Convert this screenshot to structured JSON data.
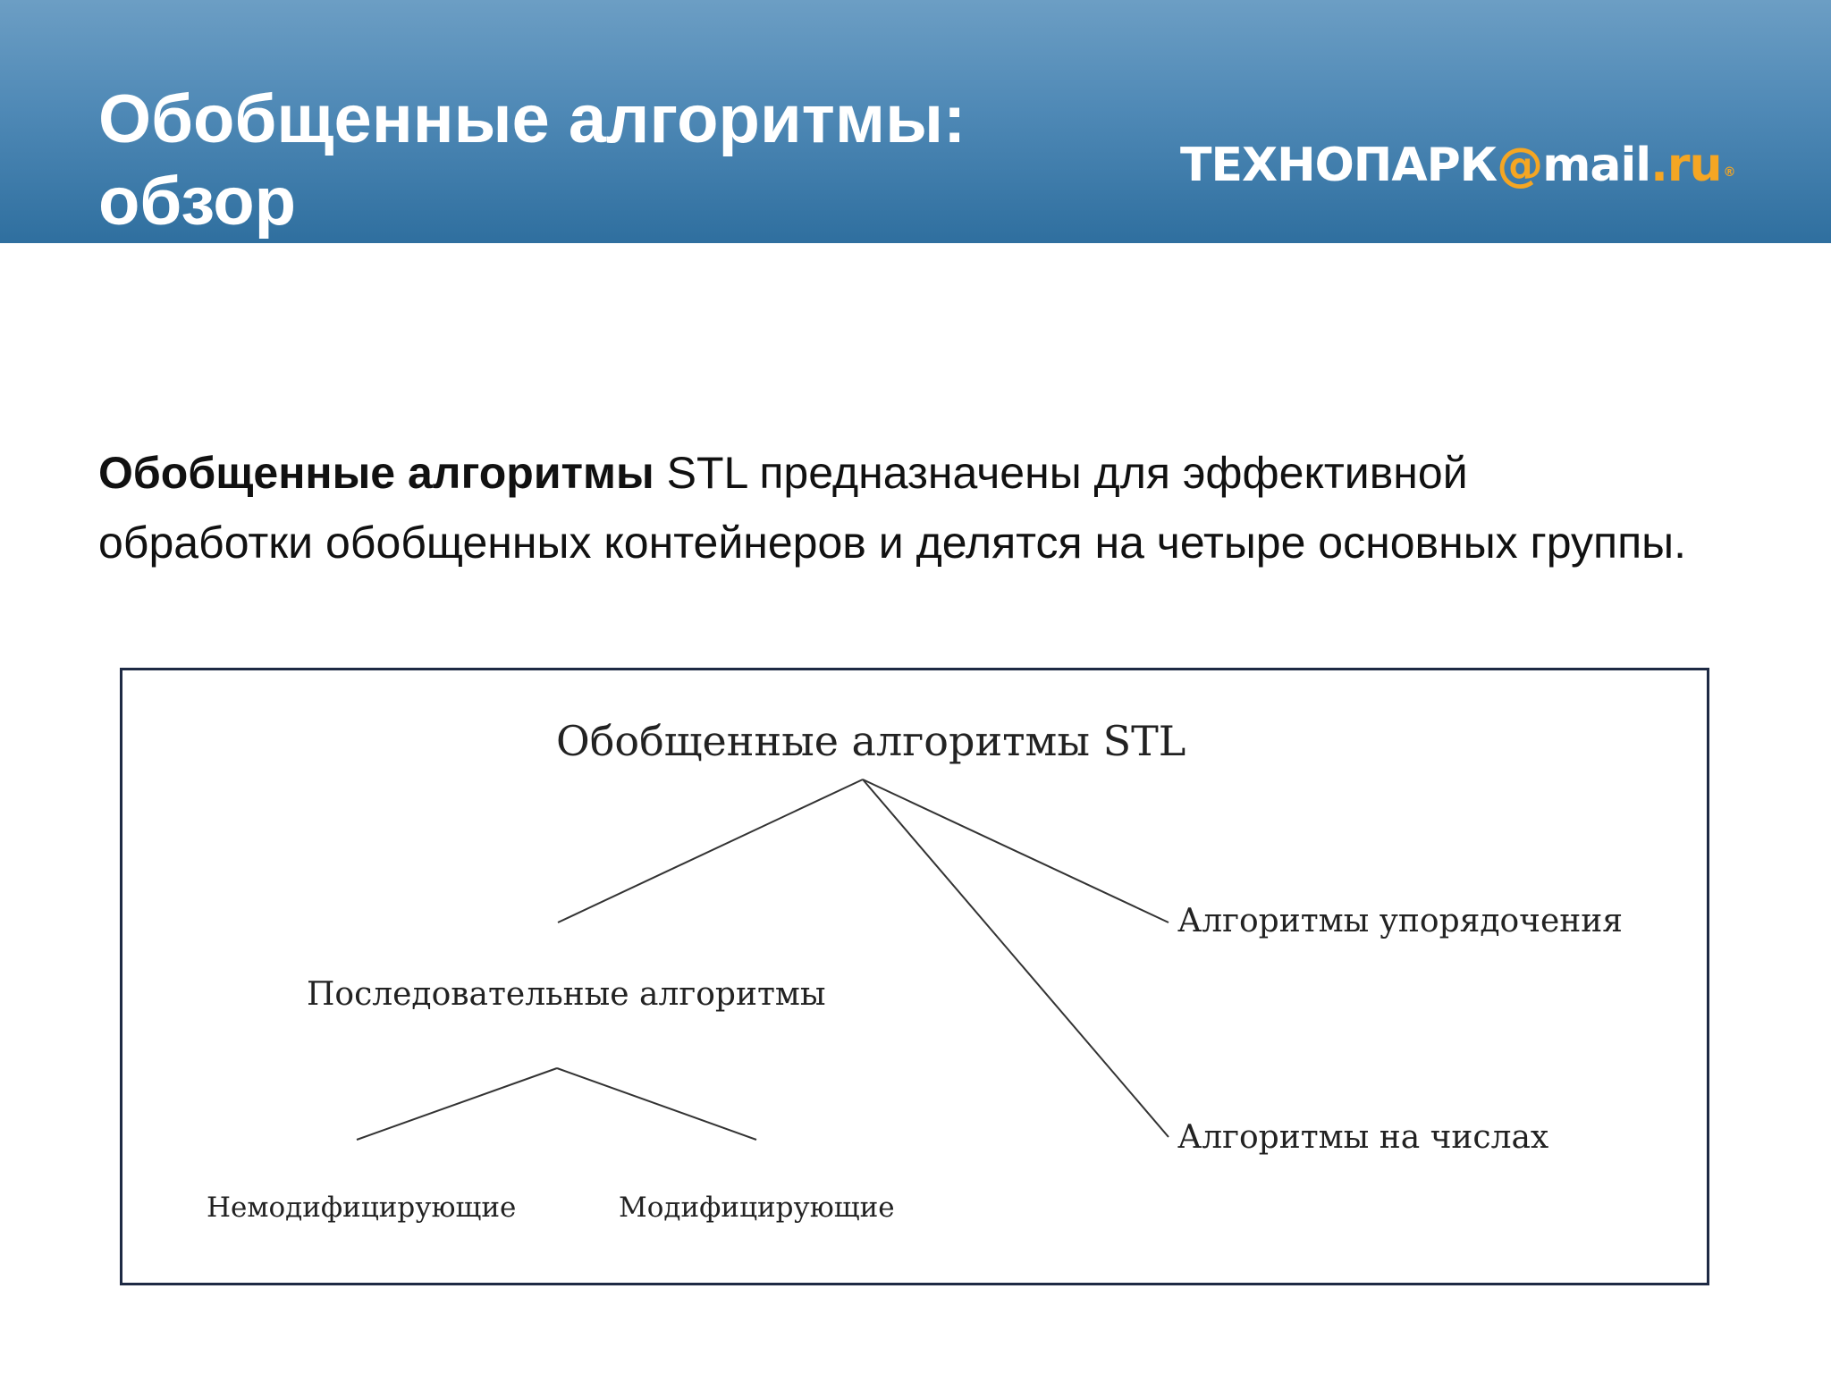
{
  "header": {
    "title_line1": "Обобщенные алгоритмы:",
    "title_line2": "обзор",
    "logo": {
      "part1": "ТЕХНОПАРК",
      "at": "@",
      "part2": "mail",
      "dot": ".",
      "part3": "ru",
      "registered": "®"
    }
  },
  "body": {
    "bold_lead": "Обобщенные алгоритмы",
    "text": " STL предназначены для эффективной обработки обобщенных контейнеров и делятся на четыре основных группы."
  },
  "diagram": {
    "root": "Обобщенные алгоритмы STL",
    "sequential": "Последовательные алгоритмы",
    "sorting": "Алгоритмы упорядочения",
    "numeric": "Алгоритмы на числах",
    "non_modifying": "Немодифицирующие",
    "modifying": "Модифицирующие"
  },
  "colors": {
    "header_top": "#6c9ec4",
    "header_bottom": "#2f6f9f",
    "logo_accent": "#f5a623",
    "frame_border": "#1e2a44"
  }
}
